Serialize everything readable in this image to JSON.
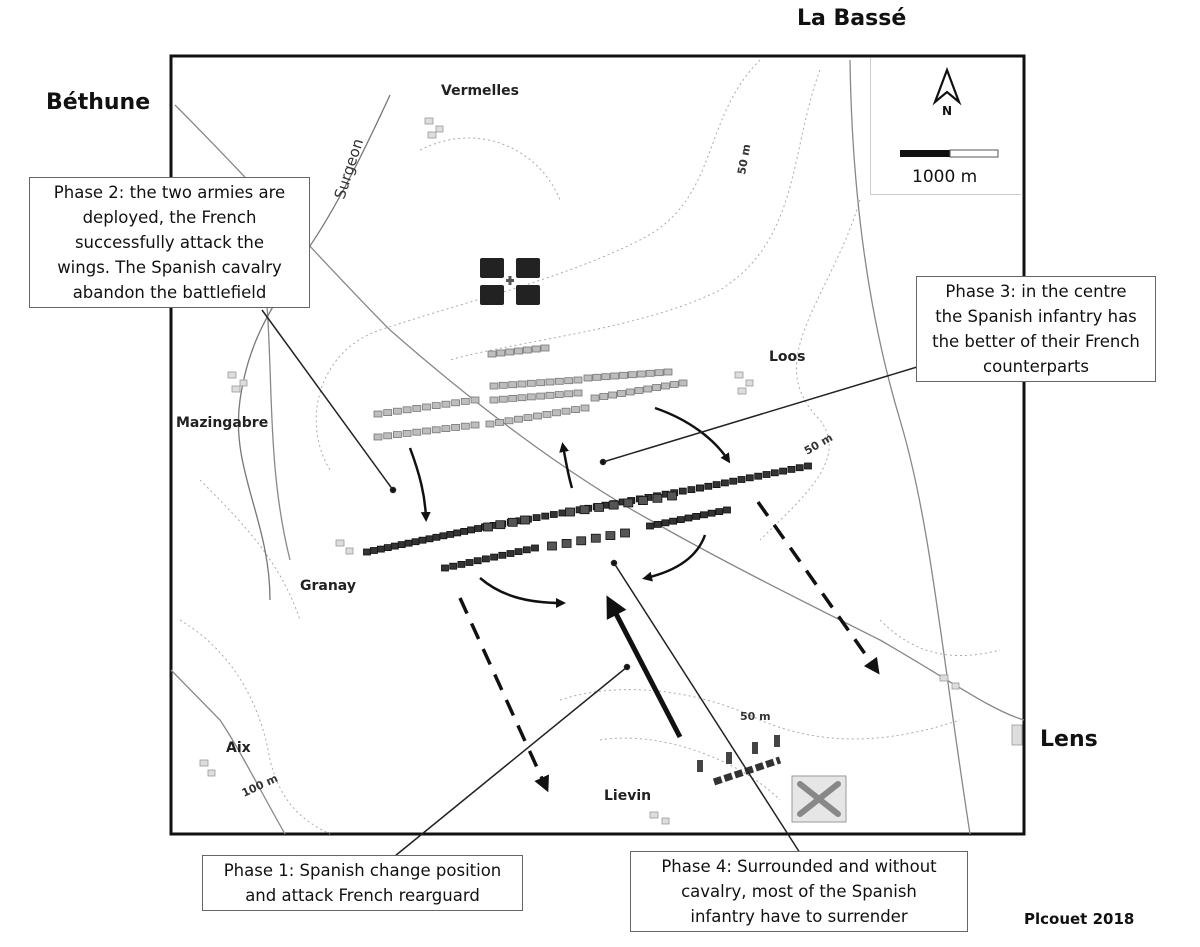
{
  "outer_labels": {
    "north_town": "La Bassé",
    "west_town": "Béthune",
    "east_town": "Lens"
  },
  "places": {
    "vermelles": "Vermelles",
    "loos": "Loos",
    "mazingabre": "Mazingabre",
    "granay": "Granay",
    "aix": "Aix",
    "lievin": "Lievin"
  },
  "river": "Surgeon",
  "contours": {
    "c50_north": "50 m",
    "c50_east": "50 m",
    "c50_south": "50 m",
    "c100": "100 m"
  },
  "compass": {
    "letter": "N"
  },
  "scale": {
    "label": "1000 m"
  },
  "phases": {
    "phase1": [
      "Phase 1:  Spanish change position",
      "and attack French rearguard"
    ],
    "phase2": [
      "Phase 2: the two armies are",
      "deployed, the French",
      "successfully attack the",
      "wings. The Spanish cavalry",
      "abandon the battlefield"
    ],
    "phase3": [
      "Phase 3: in the centre",
      "the Spanish infantry has",
      "the better of their French",
      "counterparts"
    ],
    "phase4": [
      "Phase 4: Surrounded and without",
      "cavalry, most of the Spanish",
      "infantry have to surrender"
    ]
  },
  "credit": "Plcouet 2018",
  "colors": {
    "frame": "#111111",
    "french_unit": "#bdbdbd",
    "spanish_unit": "#333333",
    "contour": "#999999",
    "road": "#888888"
  }
}
